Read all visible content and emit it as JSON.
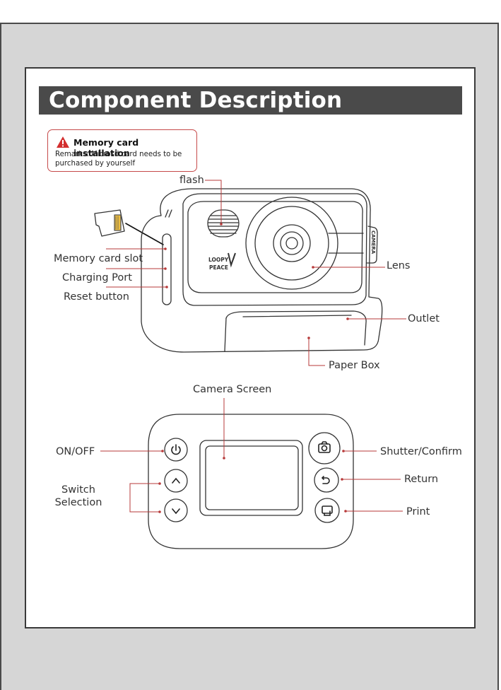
{
  "title": "Component Description",
  "notice": {
    "title": "Memory card installation",
    "body": "Remarks: Microsd card needs to be purchased by yourself",
    "icon": "warning-triangle-icon",
    "accent_color": "#d32f2f"
  },
  "camera_brand": {
    "line1": "LOOPY",
    "line2": "PEACE",
    "side_label": "CAMERA"
  },
  "labels": {
    "flash": "flash",
    "memory_card_slot": "Memory card slot",
    "charging_port": "Charging Port",
    "reset_button": "Reset button",
    "lens": "Lens",
    "outlet": "Outlet",
    "paper_box": "Paper Box",
    "camera_screen": "Camera Screen",
    "on_off": "ON/OFF",
    "switch_selection_line1": "Switch",
    "switch_selection_line2": "Selection",
    "shutter_confirm": "Shutter/Confirm",
    "return": "Return",
    "print": "Print"
  },
  "colors": {
    "callout_line": "#b73a3a",
    "title_bar": "#4a4a4a",
    "background": "#d6d6d6"
  }
}
